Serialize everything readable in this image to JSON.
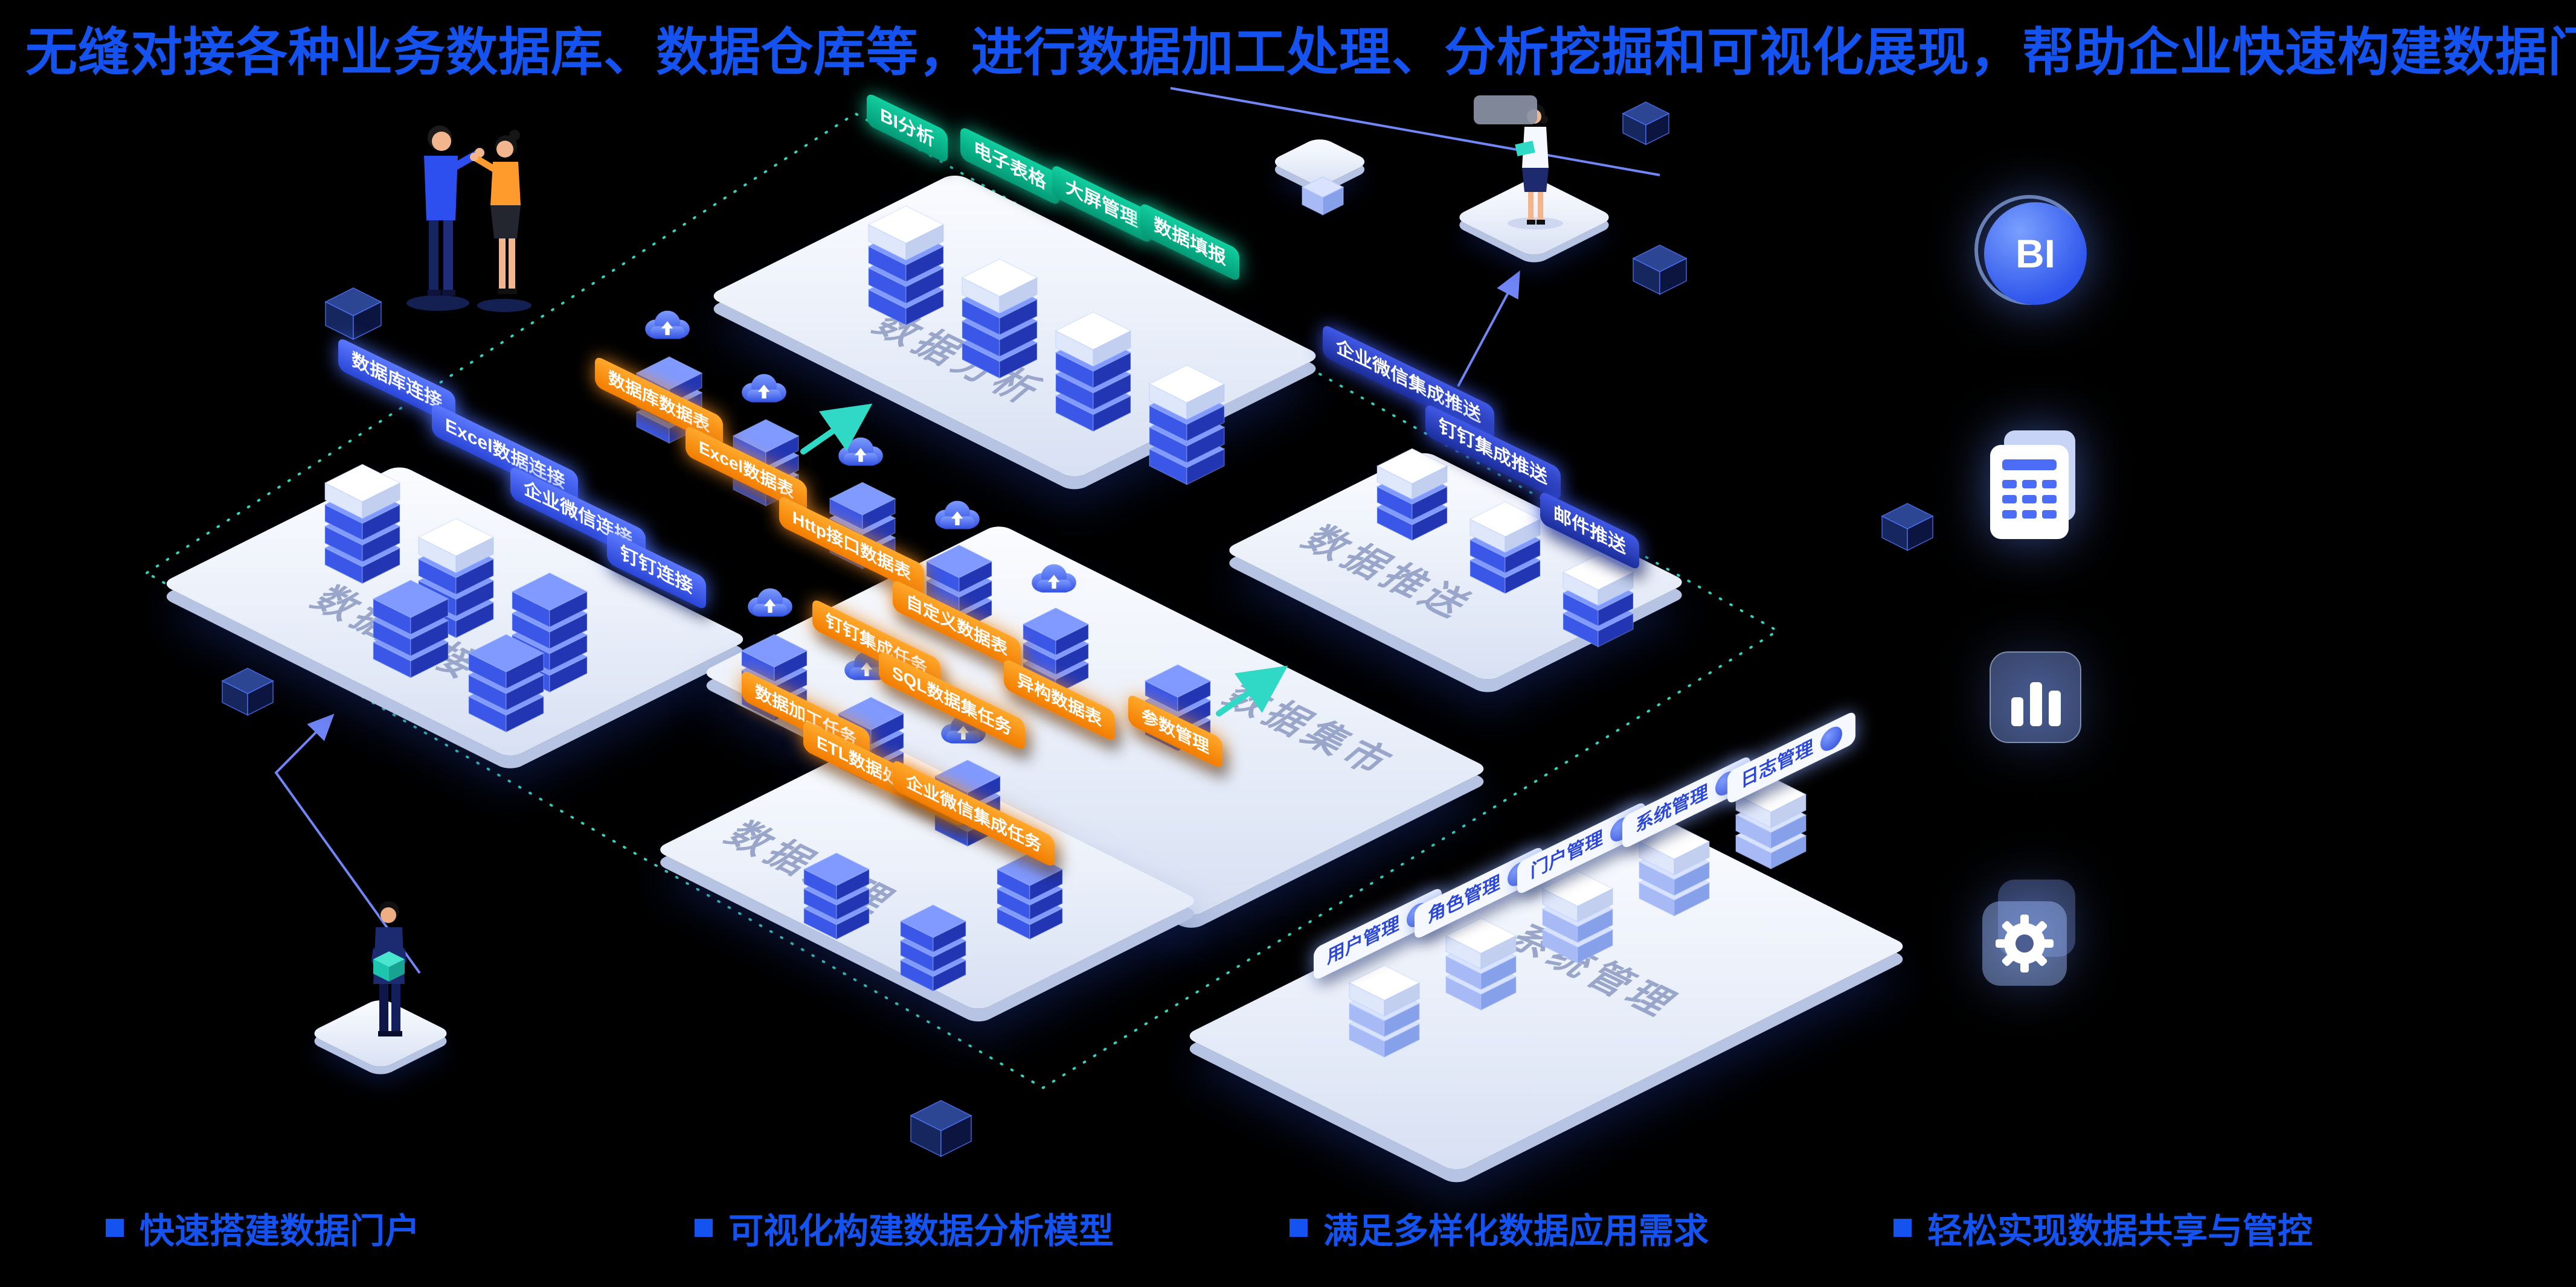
{
  "headline": "无缝对接各种业务数据库、数据仓库等，进行数据加工处理、分析挖掘和可视化展现，帮助企业快速构建数据门户",
  "platforms": {
    "analysis": {
      "title": "数据分析",
      "tags": [
        "BI分析",
        "电子表格",
        "大屏管理",
        "数据填报"
      ]
    },
    "connection": {
      "title": "数据连接",
      "tags": [
        "数据库连接",
        "Excel数据连接",
        "企业微信连接",
        "钉钉连接"
      ]
    },
    "push": {
      "title": "数据推送",
      "tags": [
        "企业微信集成推送",
        "钉钉集成推送",
        "邮件推送"
      ]
    },
    "mart": {
      "title": "数据集市",
      "tags": [
        "数据库数据表",
        "Excel数据表",
        "Http接口数据表",
        "自定义数据表",
        "异构数据表",
        "参数管理"
      ]
    },
    "governance": {
      "title": "数据治理",
      "tags": [
        "钉钉集成任务",
        "SQL数据集任务",
        "数据加工任务",
        "ETL数据处理任务",
        "企业微信集成任务"
      ]
    },
    "system": {
      "title": "系统管理",
      "tags": [
        "用户管理",
        "角色管理",
        "门户管理",
        "系统管理",
        "日志管理"
      ]
    }
  },
  "side_icons": {
    "bi_label": "BI"
  },
  "footer": [
    "快速搭建数据门户",
    "可视化构建数据分析模型",
    "满足多样化数据应用需求",
    "轻松实现数据共享与管控"
  ],
  "colors": {
    "headline_blue": "#1453f0",
    "accent_teal": "#2fd9c6",
    "tag_orange": "#ff8f1f",
    "tag_green": "#0abf95",
    "tag_blue": "#3b5bfd"
  }
}
